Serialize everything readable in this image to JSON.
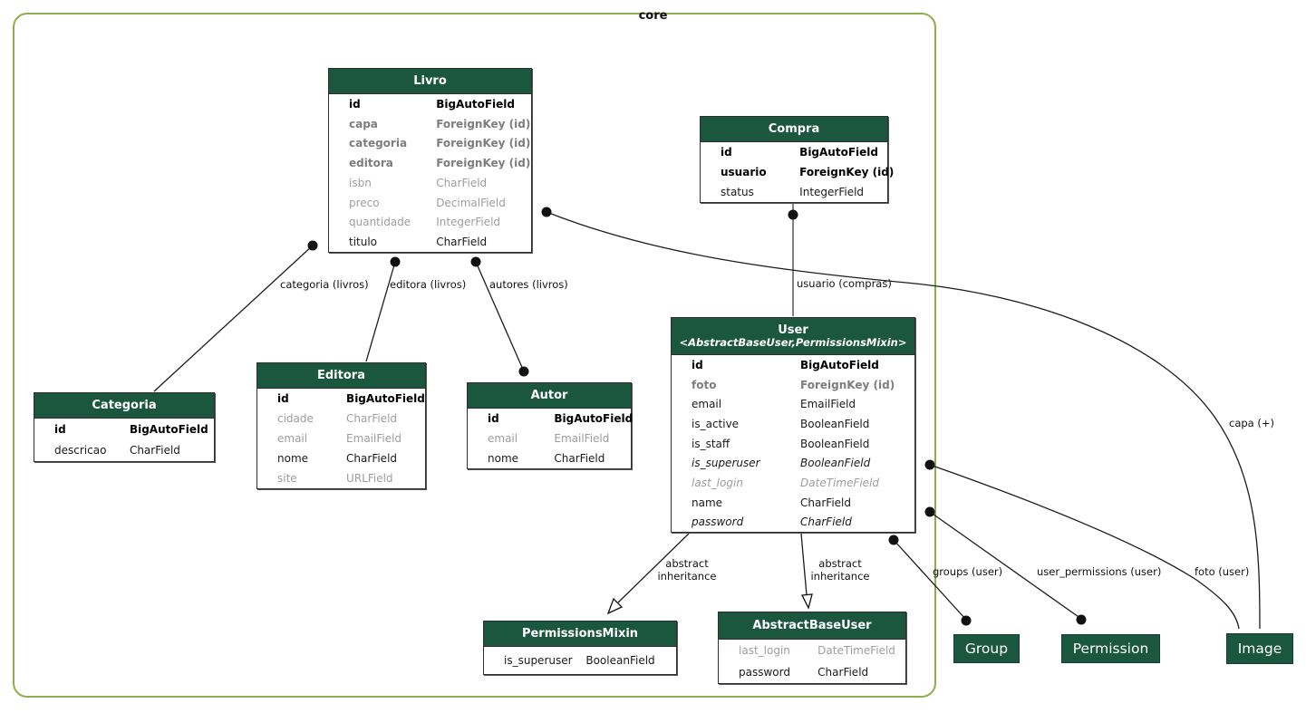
{
  "diagram": {
    "cluster_label": "core"
  },
  "colors": {
    "header": "#1b563f",
    "cluster_border": "#8fae4e",
    "blank_text": "#9d9d9d",
    "fk_blank_text": "#7d7d7d"
  },
  "entities": {
    "livro": {
      "title": "Livro",
      "rows": [
        {
          "name": "id",
          "type": "BigAutoField"
        },
        {
          "name": "capa",
          "type": "ForeignKey (id)"
        },
        {
          "name": "categoria",
          "type": "ForeignKey (id)"
        },
        {
          "name": "editora",
          "type": "ForeignKey (id)"
        },
        {
          "name": "isbn",
          "type": "CharField"
        },
        {
          "name": "preco",
          "type": "DecimalField"
        },
        {
          "name": "quantidade",
          "type": "IntegerField"
        },
        {
          "name": "titulo",
          "type": "CharField"
        }
      ]
    },
    "compra": {
      "title": "Compra",
      "rows": [
        {
          "name": "id",
          "type": "BigAutoField"
        },
        {
          "name": "usuario",
          "type": "ForeignKey (id)"
        },
        {
          "name": "status",
          "type": "IntegerField"
        }
      ]
    },
    "categoria": {
      "title": "Categoria",
      "rows": [
        {
          "name": "id",
          "type": "BigAutoField"
        },
        {
          "name": "descricao",
          "type": "CharField"
        }
      ]
    },
    "editora": {
      "title": "Editora",
      "rows": [
        {
          "name": "id",
          "type": "BigAutoField"
        },
        {
          "name": "cidade",
          "type": "CharField"
        },
        {
          "name": "email",
          "type": "EmailField"
        },
        {
          "name": "nome",
          "type": "CharField"
        },
        {
          "name": "site",
          "type": "URLField"
        }
      ]
    },
    "autor": {
      "title": "Autor",
      "rows": [
        {
          "name": "id",
          "type": "BigAutoField"
        },
        {
          "name": "email",
          "type": "EmailField"
        },
        {
          "name": "nome",
          "type": "CharField"
        }
      ]
    },
    "user": {
      "title": "User",
      "subtitle": "<AbstractBaseUser,PermissionsMixin>",
      "rows": [
        {
          "name": "id",
          "type": "BigAutoField"
        },
        {
          "name": "foto",
          "type": "ForeignKey (id)"
        },
        {
          "name": "email",
          "type": "EmailField"
        },
        {
          "name": "is_active",
          "type": "BooleanField"
        },
        {
          "name": "is_staff",
          "type": "BooleanField"
        },
        {
          "name": "is_superuser",
          "type": "BooleanField"
        },
        {
          "name": "last_login",
          "type": "DateTimeField"
        },
        {
          "name": "name",
          "type": "CharField"
        },
        {
          "name": "password",
          "type": "CharField"
        }
      ]
    },
    "permissionsmixin": {
      "title": "PermissionsMixin",
      "rows": [
        {
          "name": "is_superuser",
          "type": "BooleanField"
        }
      ]
    },
    "abstractbaseuser": {
      "title": "AbstractBaseUser",
      "rows": [
        {
          "name": "last_login",
          "type": "DateTimeField"
        },
        {
          "name": "password",
          "type": "CharField"
        }
      ]
    }
  },
  "external_nodes": {
    "group": "Group",
    "permission": "Permission",
    "image": "Image"
  },
  "edge_labels": {
    "categoria": "categoria (livros)",
    "editora": "editora (livros)",
    "autores": "autores (livros)",
    "usuario": "usuario (compras)",
    "abstract_line1": "abstract",
    "abstract_line2": "inheritance",
    "groups": "groups (user)",
    "user_permissions": "user_permissions (user)",
    "foto": "foto (user)",
    "capa": "capa (+)"
  }
}
